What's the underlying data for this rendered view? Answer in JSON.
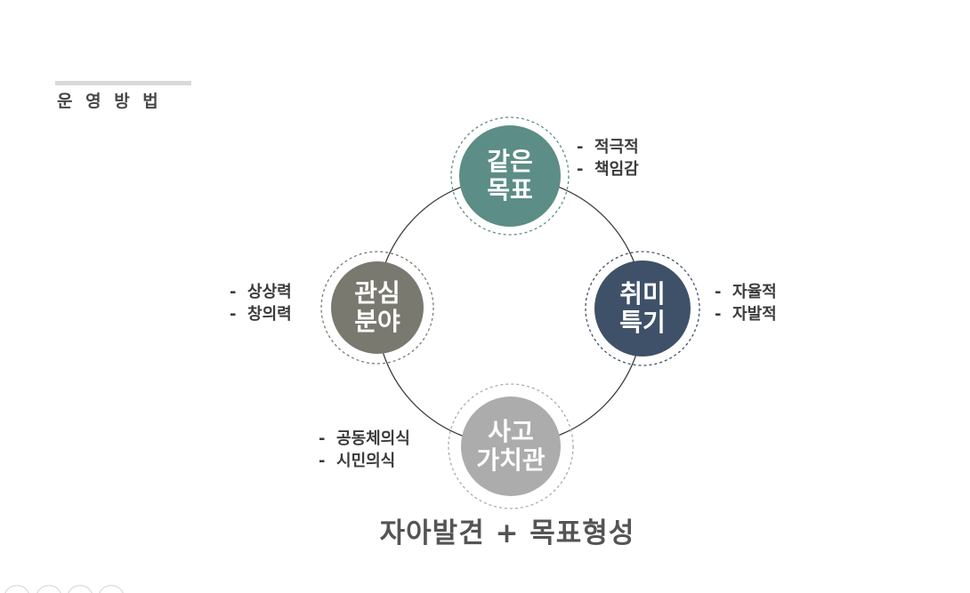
{
  "header": {
    "title": "운 영 방 법"
  },
  "diagram": {
    "ring_color": "#3e3e3e",
    "nodes": {
      "top": {
        "label_line1": "같은",
        "label_line2": "목표",
        "color": "#5C8D86",
        "bullets": [
          "-  적극적",
          "-  책임감"
        ]
      },
      "right": {
        "label_line1": "취미",
        "label_line2": "특기",
        "color": "#3F5168",
        "bullets": [
          "-  자율적",
          "-  자발적"
        ]
      },
      "left": {
        "label_line1": "관심",
        "label_line2": "분야",
        "color": "#7A796F",
        "bullets": [
          "-  상상력",
          "-  창의력"
        ]
      },
      "bottom": {
        "label_line1": "사고",
        "label_line2": "가치관",
        "color": "#ACACAC",
        "bullets": [
          "-  공동체의식",
          "-  시민의식"
        ]
      }
    },
    "decor_circle_color": "#e0e0e0"
  },
  "footer": {
    "caption": "자아발견 + 목표형성"
  }
}
